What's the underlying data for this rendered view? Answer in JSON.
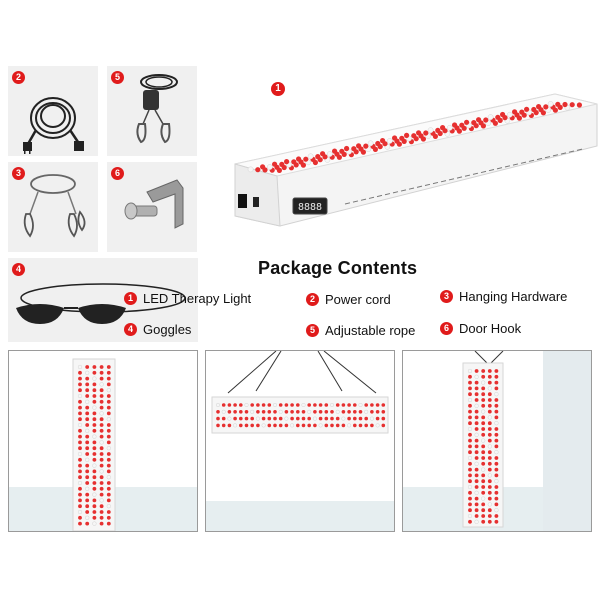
{
  "heading": "Package Contents",
  "badges": {
    "panel": "1",
    "cord": "2",
    "hardware": "3",
    "goggles": "4",
    "rope": "5",
    "hook": "6"
  },
  "items": [
    {
      "num": "1",
      "label": "LED Therapy Light"
    },
    {
      "num": "2",
      "label": "Power cord"
    },
    {
      "num": "3",
      "label": "Hanging Hardware"
    },
    {
      "num": "4",
      "label": "Goggles"
    },
    {
      "num": "5",
      "label": "Adjustable rope"
    },
    {
      "num": "6",
      "label": "Door Hook"
    }
  ],
  "display": "8888",
  "colors": {
    "badge": "#e01b1b",
    "led_red": "#e63030",
    "led_white": "#f6f6f6",
    "tile": "#f0f0f0",
    "floor": "#e6eef0"
  },
  "icons": {
    "cord": "power-cord-icon",
    "rope": "ratchet-rope-icon",
    "hardware": "hanging-wire-icon",
    "hook": "door-hook-icon",
    "goggles": "goggles-icon"
  }
}
